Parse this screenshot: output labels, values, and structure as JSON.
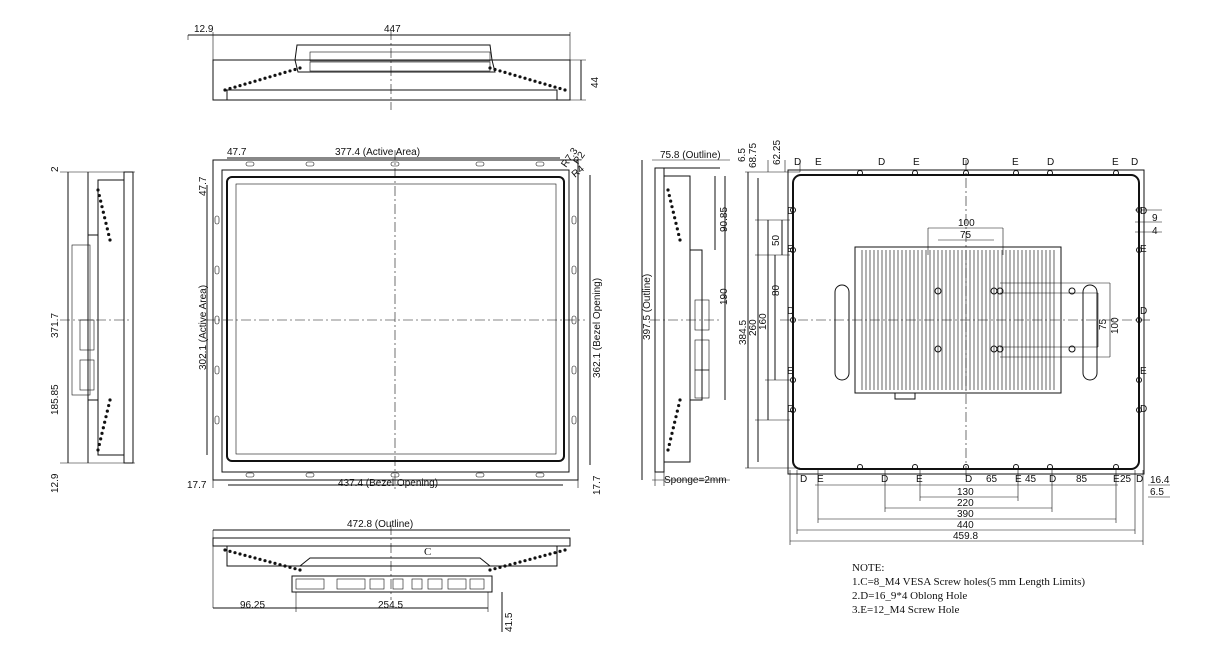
{
  "top_view": {
    "labels": [
      "12.9",
      "447",
      "44"
    ]
  },
  "left_side_view": {
    "labels": [
      "2",
      "371.7",
      "185.85",
      "12.9"
    ]
  },
  "front_view": {
    "labels": [
      "47.7",
      "377.4 (Active Area)",
      "R7.3",
      "R2",
      "R4",
      "47.7",
      "302.1 (Active Area)",
      "362.1 (Bezel Opening)",
      "17.7",
      "437.4 (Bezel Opening)",
      "17.7"
    ]
  },
  "bottom_view": {
    "labels": [
      "472.8 (Outline)",
      "C",
      "96.25",
      "254.5",
      "41.5"
    ]
  },
  "right_side_view": {
    "labels": [
      "75.8 (Outline)",
      "90.85",
      "190",
      "397.5 (Outline)",
      "Sponge=2mm"
    ]
  },
  "rear_view": {
    "top_left_labels": [
      "6.5",
      "68.75",
      "62.25"
    ],
    "top_letters": [
      "D",
      "E",
      "D",
      "E",
      "D",
      "E",
      "D",
      "E",
      "D"
    ],
    "left_dims": [
      "50",
      "80",
      "160",
      "260",
      "384.5"
    ],
    "vesa_horizontal": [
      "100",
      "75"
    ],
    "vesa_vertical": [
      "75",
      "100"
    ],
    "right_dims": [
      "9",
      "4"
    ],
    "side_letters_left": [
      "D",
      "E",
      "D",
      "E",
      "D"
    ],
    "side_letters_right": [
      "D",
      "E",
      "D",
      "E",
      "D"
    ],
    "bottom_letters": [
      "D",
      "E",
      "D",
      "E",
      "D",
      "E",
      "D",
      "E",
      "D"
    ],
    "bottom_dims_small": [
      "65",
      "45",
      "85",
      "25",
      "16.4",
      "6.5"
    ],
    "bottom_dims_stack": [
      "130",
      "220",
      "390",
      "440",
      "459.8"
    ]
  },
  "notes": {
    "title": "NOTE:",
    "lines": [
      "1.C=8_M4 VESA Screw holes(5 mm Length Limits)",
      "2.D=16_9*4 Oblong Hole",
      "3.E=12_M4 Screw Hole"
    ]
  }
}
